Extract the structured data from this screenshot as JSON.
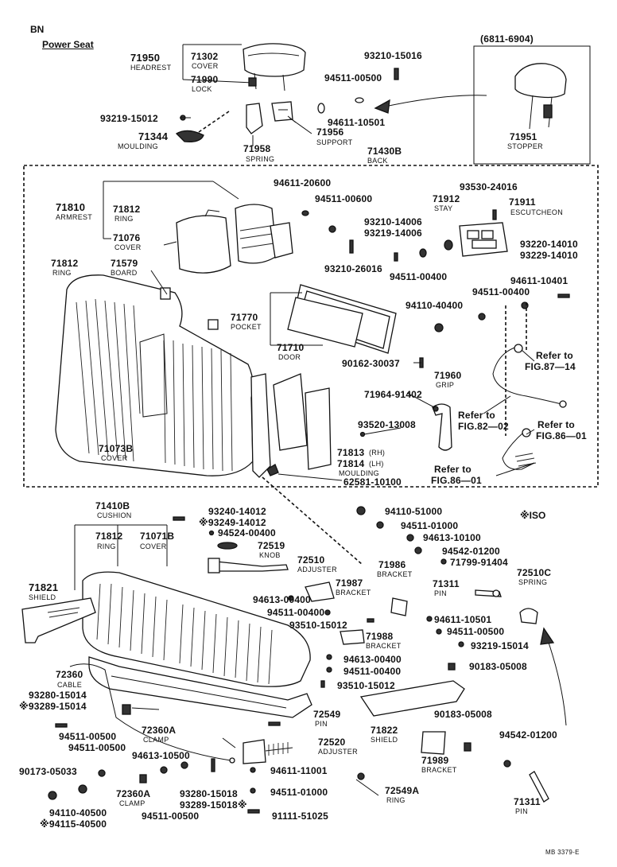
{
  "header": {
    "model": "BN",
    "title": "Power Seat",
    "range": "(6811-6904)",
    "iso_note": "※ISO",
    "ref_code": "MB 3379-E"
  },
  "labels": {
    "p71950": "71950",
    "n71950": "HEADREST",
    "p71302": "71302",
    "n71302": "COVER",
    "p71990": "71990",
    "n71990": "LOCK",
    "p93210a": "93210-15016",
    "p94511a": "94511-00500",
    "p94611a": "94611-10501",
    "p71951": "71951",
    "n71951": "STOPPER",
    "p93219a": "93219-15012",
    "p71344": "71344",
    "n71344": "MOULDING",
    "p71956": "71956",
    "n71956": "SUPPORT",
    "p71958": "71958",
    "n71958": "SPRING",
    "p71430b": "71430B",
    "n71430b": "BACK",
    "p94611b": "94611-20600",
    "p94511b": "94511-00600",
    "p93530": "93530-24016",
    "p71912": "71912",
    "n71912": "STAY",
    "p71911": "71911",
    "n71911": "ESCUTCHEON",
    "p71810": "71810",
    "n71810": "ARMREST",
    "p71812a": "71812",
    "n71812a": "RING",
    "p71076": "71076",
    "n71076": "COVER",
    "p93210b": "93210-14006",
    "p93219b": "93219-14006",
    "p93220": "93220-14010",
    "p93229": "93229-14010",
    "p93210c": "93210-26016",
    "p94511c": "94511-00400",
    "p71812b": "71812",
    "n71812b": "RING",
    "p71579": "71579",
    "n71579": "BOARD",
    "p94611c": "94611-10401",
    "p94511d": "94511-00400",
    "p71770": "71770",
    "n71770": "POCKET",
    "p94110a": "94110-40400",
    "p71710": "71710",
    "n71710": "DOOR",
    "p90162": "90162-30037",
    "ref87": "Refer to",
    "ref87b": "FIG.87—14",
    "p71960": "71960",
    "n71960": "GRIP",
    "p71964": "71964-91402",
    "ref82": "Refer to",
    "ref82b": "FIG.82—02",
    "ref86a": "Refer to",
    "ref86ab": "FIG.86—01",
    "p93520": "93520-13008",
    "p71073b": "71073B",
    "n71073b": "COVER",
    "p71813": "71813",
    "s71813": "(RH)",
    "p71814": "71814",
    "s71814": "(LH)",
    "n71813": "MOULDING",
    "ref86b": "Refer to",
    "ref86bb": "FIG.86—01",
    "p62581": "62581-10100",
    "p71410b": "71410B",
    "n71410b": "CUSHION",
    "p93240": "93240-14012",
    "p93249": "※93249-14012",
    "p94110b": "94110-51000",
    "p94511e": "94511-01000",
    "p71812c": "71812",
    "n71812c": "RING",
    "p71071b": "71071B",
    "n71071b": "COVER",
    "p94524": "94524-00400",
    "p94613a": "94613-10100",
    "p72519": "72519",
    "n72519": "KNOB",
    "p94542a": "94542-01200",
    "p72510": "72510",
    "n72510": "ADJUSTER",
    "p71799": "71799-91404",
    "p71986": "71986",
    "n71986": "BRACKET",
    "p72510c": "72510C",
    "n72510c": "SPRING",
    "p71987": "71987",
    "n71987": "BRACKET",
    "p71311a": "71311",
    "n71311a": "PIN",
    "p71821": "71821",
    "n71821": "SHIELD",
    "p94613b": "94613-00400",
    "p94511f": "94511-00400",
    "p93510a": "93510-15012",
    "p94611d": "94611-10501",
    "p94511g": "94511-00500",
    "p71988": "71988",
    "n71988": "BRACKET",
    "p93219c": "93219-15014",
    "p94613c": "94613-00400",
    "p94511h": "94511-00400",
    "p90183a": "90183-05008",
    "p72360": "72360",
    "n72360": "CABLE",
    "p93510b": "93510-15012",
    "p93280a": "93280-15014",
    "p93289a": "※93289-15014",
    "p72549": "72549",
    "n72549": "PIN",
    "p90183b": "90183-05008",
    "p71822": "71822",
    "n71822": "SHIELD",
    "p72360a1": "72360A",
    "n72360a1": "CLAMP",
    "p94511i": "94511-00500",
    "p94511j": "94511-00500",
    "p94613d": "94613-10500",
    "p72520": "72520",
    "n72520": "ADJUSTER",
    "p94542b": "94542-01200",
    "p71989": "71989",
    "n71989": "BRACKET",
    "p90173": "90173-05033",
    "p94611e": "94611-11001",
    "p72360a2": "72360A",
    "n72360a2": "CLAMP",
    "p93280b": "93280-15018",
    "p93289b": "93289-15018※",
    "p94511k": "94511-01000",
    "p72549a": "72549A",
    "n72549a": "RING",
    "p94110c": "94110-40500",
    "p94115": "※94115-40500",
    "p94511l": "94511-00500",
    "p91111": "91111-51025",
    "p71311b": "71311",
    "n71311b": "PIN"
  }
}
